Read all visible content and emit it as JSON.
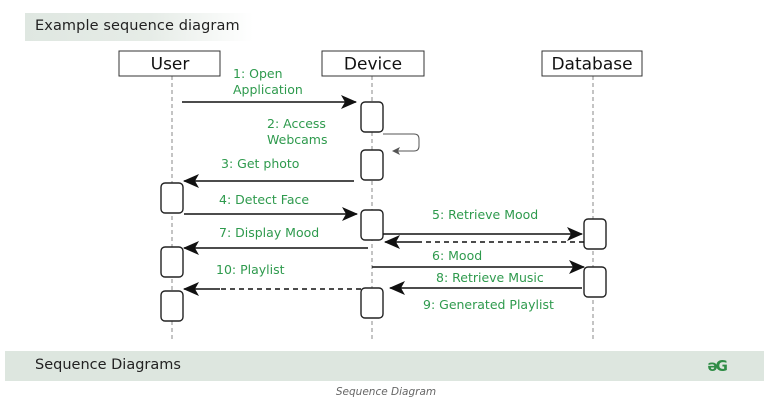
{
  "header": {
    "title": "Example sequence diagram"
  },
  "diagram": {
    "type": "sequence",
    "colors": {
      "line": "#111111",
      "label": "#2e9a4d",
      "lifeline": "#888888"
    },
    "actors": [
      {
        "id": "user",
        "label": "User"
      },
      {
        "id": "device",
        "label": "Device"
      },
      {
        "id": "database",
        "label": "Database"
      }
    ],
    "messages": [
      {
        "id": "m1",
        "from": "user",
        "to": "device",
        "lines": [
          "1: Open",
          "Application"
        ],
        "style": "solid"
      },
      {
        "id": "m2",
        "from": "device",
        "to": "device",
        "lines": [
          "2: Access",
          "Webcams"
        ],
        "style": "self"
      },
      {
        "id": "m3",
        "from": "device",
        "to": "user",
        "lines": [
          "3: Get photo"
        ],
        "style": "solid"
      },
      {
        "id": "m4",
        "from": "user",
        "to": "device",
        "lines": [
          "4: Detect Face"
        ],
        "style": "solid"
      },
      {
        "id": "m5",
        "from": "device",
        "to": "database",
        "lines": [
          "5: Retrieve Mood"
        ],
        "style": "solid"
      },
      {
        "id": "m5r",
        "from": "database",
        "to": "device",
        "lines": [],
        "style": "dashed"
      },
      {
        "id": "m7",
        "from": "device",
        "to": "user",
        "lines": [
          "7: Display Mood"
        ],
        "style": "solid"
      },
      {
        "id": "m6",
        "from": "device",
        "to": "database",
        "lines": [
          "6: Mood"
        ],
        "style": "solid"
      },
      {
        "id": "m8",
        "from": "database",
        "to": "device",
        "lines": [
          "8: Retrieve Music"
        ],
        "style": "solid"
      },
      {
        "id": "m10",
        "from": "device",
        "to": "user",
        "lines": [
          "10: Playlist"
        ],
        "style": "dashed"
      },
      {
        "id": "m9",
        "from": "database",
        "to": "device",
        "lines": [
          "9: Generated Playlist"
        ],
        "style": "note"
      }
    ]
  },
  "footer": {
    "title": "Sequence Diagrams",
    "logo": "əG"
  },
  "caption": "Sequence Diagram"
}
